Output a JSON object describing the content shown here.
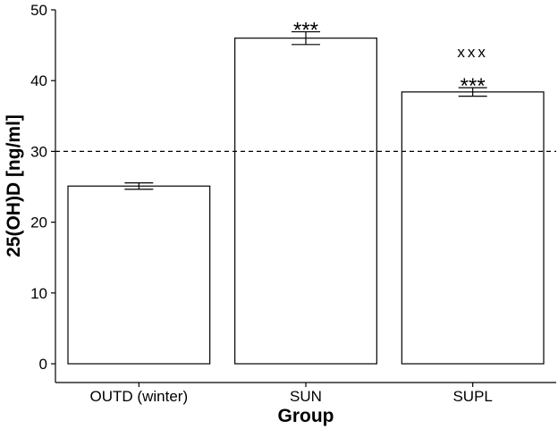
{
  "chart_data": {
    "type": "bar",
    "title": "",
    "xlabel": "Group",
    "ylabel": "25(OH)D [ng/ml]",
    "ylim": [
      0,
      50
    ],
    "yticks": [
      0,
      10,
      20,
      30,
      40,
      50
    ],
    "categories": [
      "OUTD (winter)",
      "SUN",
      "SUPL"
    ],
    "values": [
      25.1,
      46.0,
      38.4
    ],
    "error": [
      0.45,
      0.9,
      0.6
    ],
    "reference_line": 30,
    "annotations": [
      {
        "category": "SUN",
        "text": "***"
      },
      {
        "category": "SUPL",
        "text": "***"
      },
      {
        "category": "SUPL",
        "text": "xxx"
      }
    ],
    "grid": false,
    "legend": "none"
  }
}
